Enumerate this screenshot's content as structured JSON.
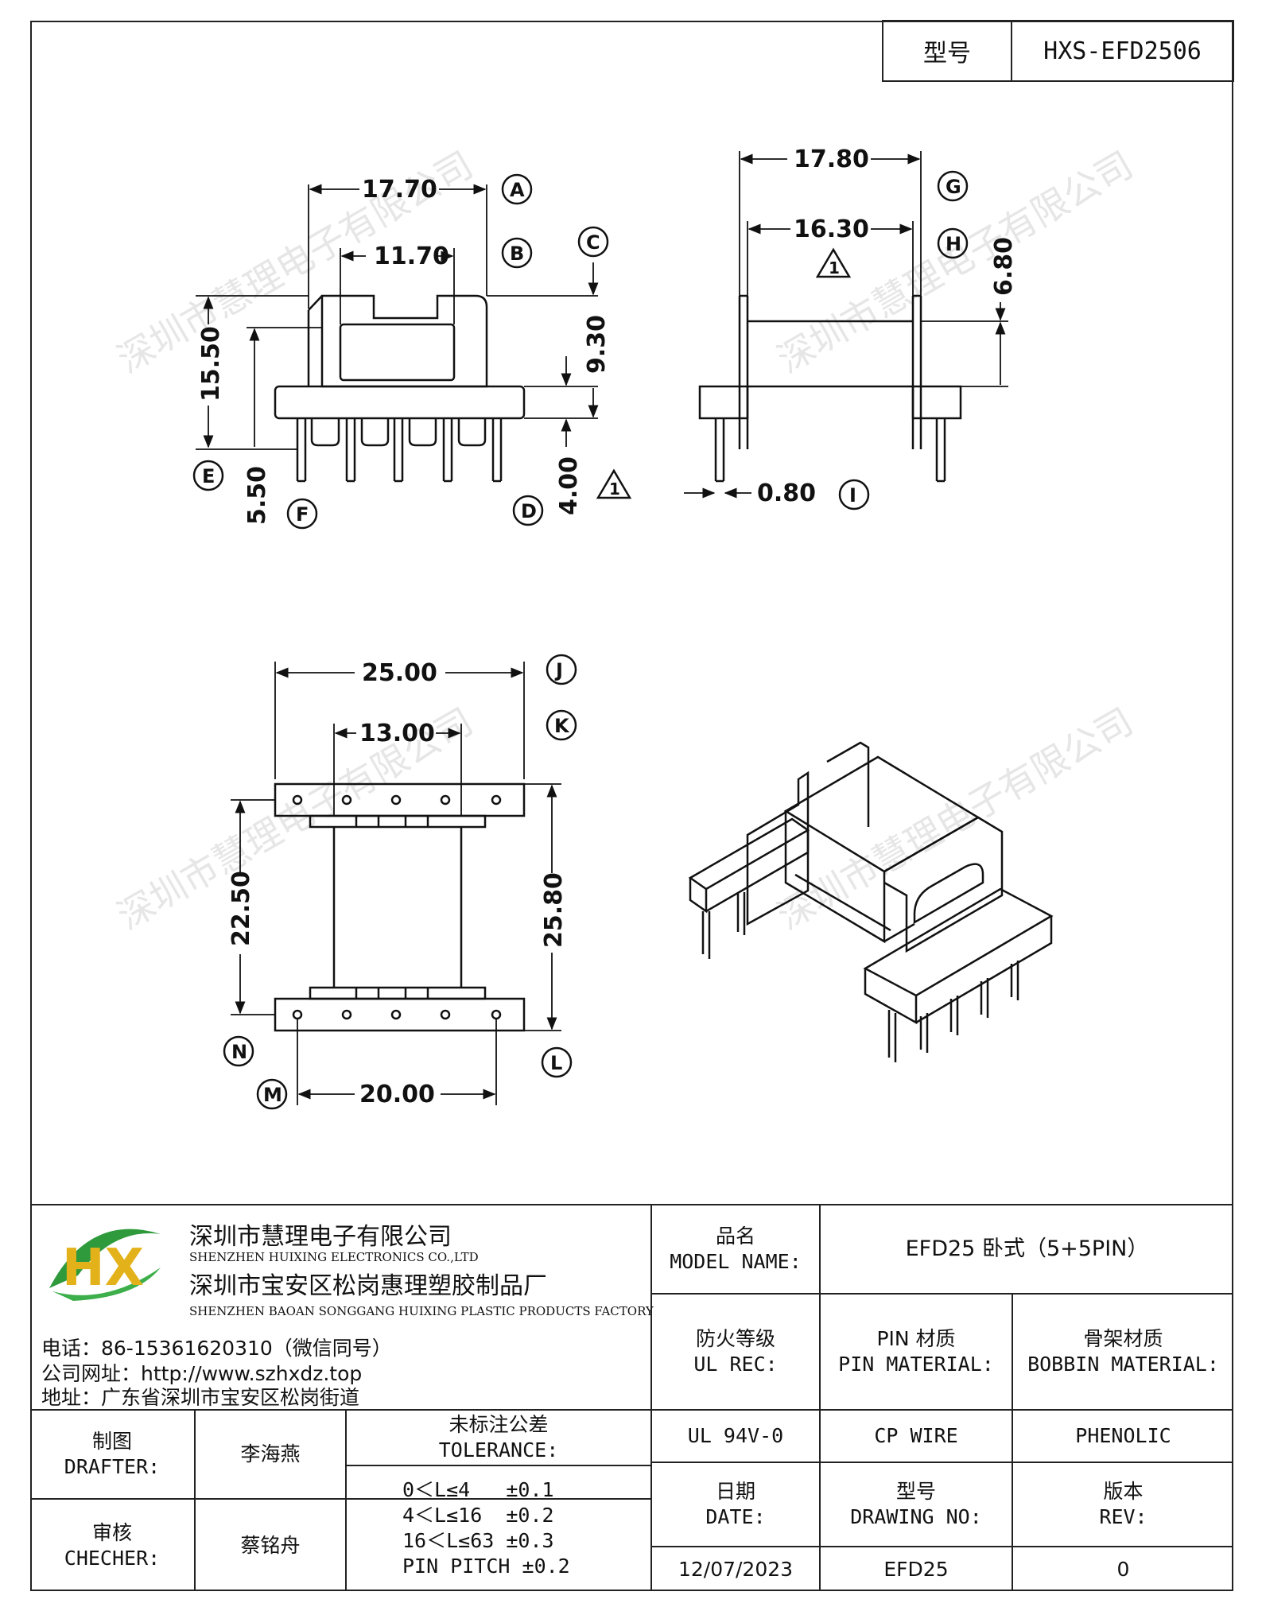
{
  "header": {
    "model_label": "型号",
    "model_value": "HXS-EFD2506"
  },
  "drawing": {
    "front": {
      "w_outer": "17.70",
      "w_inner": "11.70",
      "h_total": "15.50",
      "h_body": "9.30",
      "pin_len": "4.00",
      "pin_h": "5.50",
      "ref_a": "A",
      "ref_b": "B",
      "ref_c": "C",
      "ref_d": "D",
      "ref_e": "E",
      "ref_f": "F",
      "warn": "1"
    },
    "side": {
      "w_outer": "17.80",
      "w_inner": "16.30",
      "h": "6.80",
      "pin_w": "0.80",
      "ref_g": "G",
      "ref_h": "H",
      "ref_i": "I",
      "warn": "1"
    },
    "top": {
      "w_outer": "25.00",
      "w_inner": "13.00",
      "h_inner": "22.50",
      "h_outer": "25.80",
      "pitch": "20.00",
      "ref_j": "J",
      "ref_k": "K",
      "ref_l": "L",
      "ref_m": "M",
      "ref_n": "N"
    },
    "watermark": "深圳市慧理电子有限公司"
  },
  "company": {
    "logo": "HX",
    "name_cn": "深圳市慧理电子有限公司",
    "name_en": "SHENZHEN HUIXING ELECTRONICS CO.,LTD",
    "factory_cn": "深圳市宝安区松岗惠理塑胶制品厂",
    "factory_en": "SHENZHEN BAOAN SONGGANG HUIXING PLASTIC PRODUCTS FACTORY",
    "phone": "电话：86-15361620310（微信同号）",
    "web": "公司网址：http://www.szhxdz.top",
    "address": "地址：广东省深圳市宝安区松岗街道"
  },
  "title_block": {
    "model_name_cn": "品名",
    "model_name_en": "MODEL NAME:",
    "model_name_value": "EFD25 卧式（5+5PIN）",
    "ul_cn": "防火等级",
    "ul_en": "UL REC:",
    "ul_value": "UL 94V-0",
    "pin_cn": "PIN 材质",
    "pin_en": "PIN MATERIAL:",
    "pin_value": "CP WIRE",
    "bobbin_cn": "骨架材质",
    "bobbin_en": "BOBBIN MATERIAL:",
    "bobbin_value": "PHENOLIC",
    "drafter_cn": "制图",
    "drafter_en": "DRAFTER:",
    "drafter_value": "李海燕",
    "checker_cn": "审核",
    "checker_en": "CHECHER:",
    "checker_value": "蔡铭舟",
    "tol_cn": "未标注公差",
    "tol_en": "TOLERANCE:",
    "tol_lines": [
      "0＜L≤4   ±0.1",
      "4＜L≤16  ±0.2",
      "16＜L≤63 ±0.3",
      "PIN PITCH ±0.2"
    ],
    "date_cn": "日期",
    "date_en": "DATE:",
    "date_value": "12/07/2023",
    "drawing_no_cn": "型号",
    "drawing_no_en": "DRAWING NO:",
    "drawing_no_value": "EFD25",
    "rev_cn": "版本",
    "rev_en": "REV:",
    "rev_value": "0"
  }
}
